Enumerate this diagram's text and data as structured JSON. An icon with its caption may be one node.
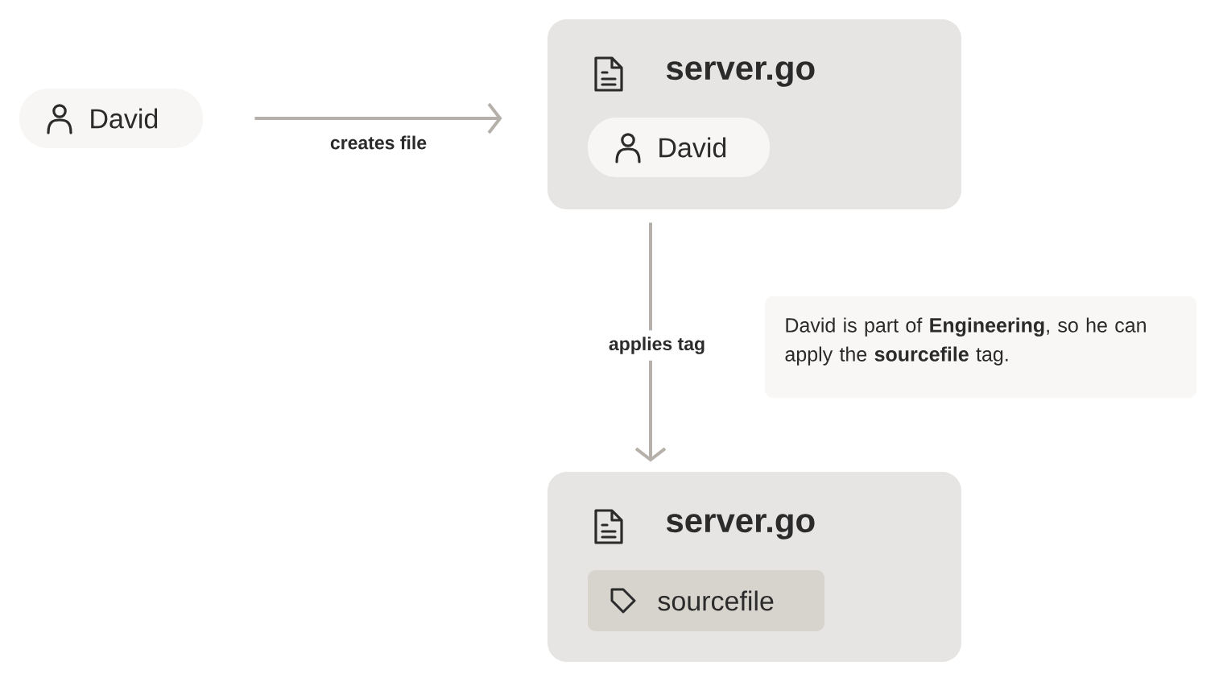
{
  "diagram": {
    "nodes": [
      {
        "text": [
          "David"
        ]
      },
      {
        "text": [
          "server.go"
        ]
      },
      {
        "text": [
          "David"
        ],
        "in": 1
      },
      {
        "text": [
          "server.go"
        ]
      },
      {
        "text": [
          "sourcefile"
        ],
        "in": 3
      },
      {
        "text": [
          "David is part of **Engineering**, so he can apply the **sourcefile** tag."
        ]
      }
    ],
    "edges": [
      {
        "from": 0,
        "to": 1,
        "arrow": "to",
        "label": "creates file"
      },
      {
        "from": 1,
        "to": 3,
        "arrow": "to",
        "label": "applies tag"
      }
    ]
  }
}
